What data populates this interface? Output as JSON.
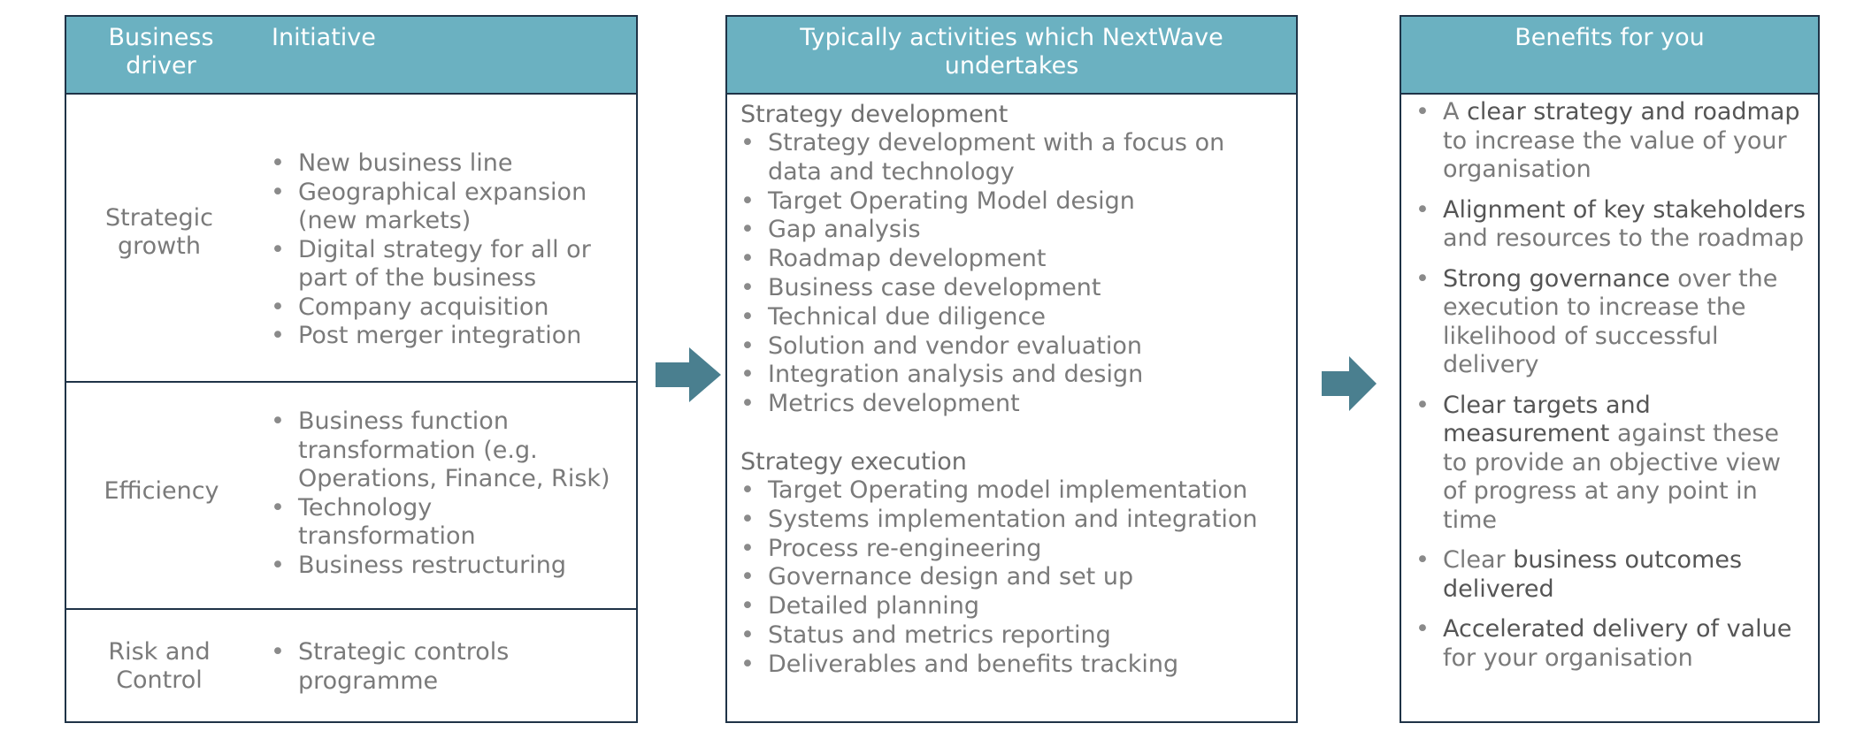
{
  "colors": {
    "header_bg": "#6bb1c1",
    "border": "#1f3347",
    "arrow": "#4a7f8f",
    "text": "#7a7a7a"
  },
  "drivers_box": {
    "header": {
      "driver": "Business driver",
      "initiative": "Initiative"
    },
    "rows": [
      {
        "driver": "Strategic growth",
        "initiatives": [
          "New business line",
          "Geographical expansion (new markets)",
          "Digital strategy for all or part of the business",
          "Company acquisition",
          "Post merger integration"
        ]
      },
      {
        "driver": "Efficiency",
        "initiatives": [
          "Business function transformation (e.g. Operations, Finance, Risk)",
          "Technology transformation",
          "Business restructuring"
        ]
      },
      {
        "driver": "Risk and Control",
        "initiatives": [
          "Strategic controls programme"
        ]
      }
    ]
  },
  "activities_box": {
    "header": "Typically activities which NextWave undertakes",
    "sections": [
      {
        "title": "Strategy development",
        "items": [
          "Strategy development with a focus on data and technology",
          "Target Operating Model design",
          "Gap analysis",
          "Roadmap development",
          "Business case development",
          "Technical due diligence",
          "Solution and vendor evaluation",
          "Integration analysis and design",
          "Metrics development"
        ]
      },
      {
        "title": "Strategy execution",
        "items": [
          "Target Operating model implementation",
          "Systems implementation and integration",
          "Process re-engineering",
          "Governance design and set up",
          "Detailed planning",
          "Status and metrics reporting",
          "Deliverables and benefits tracking"
        ]
      }
    ]
  },
  "benefits_box": {
    "header": "Benefits for you",
    "items": [
      {
        "pre": "A ",
        "em": "clear strategy and roadmap",
        "post": " to increase the value of your organisation"
      },
      {
        "pre": "",
        "em": "Alignment of key stakeholders",
        "post": " and resources to the roadmap"
      },
      {
        "pre": "",
        "em": "Strong governance",
        "post": " over the execution to increase the likelihood of successful delivery"
      },
      {
        "pre": "",
        "em": "Clear targets and measurement",
        "post": " against these to provide an objective view of progress at any point in time"
      },
      {
        "pre": "Clear ",
        "em": "business outcomes delivered",
        "post": ""
      },
      {
        "pre": "",
        "em": "Accelerated delivery of value",
        "post": " for your organisation"
      }
    ]
  }
}
